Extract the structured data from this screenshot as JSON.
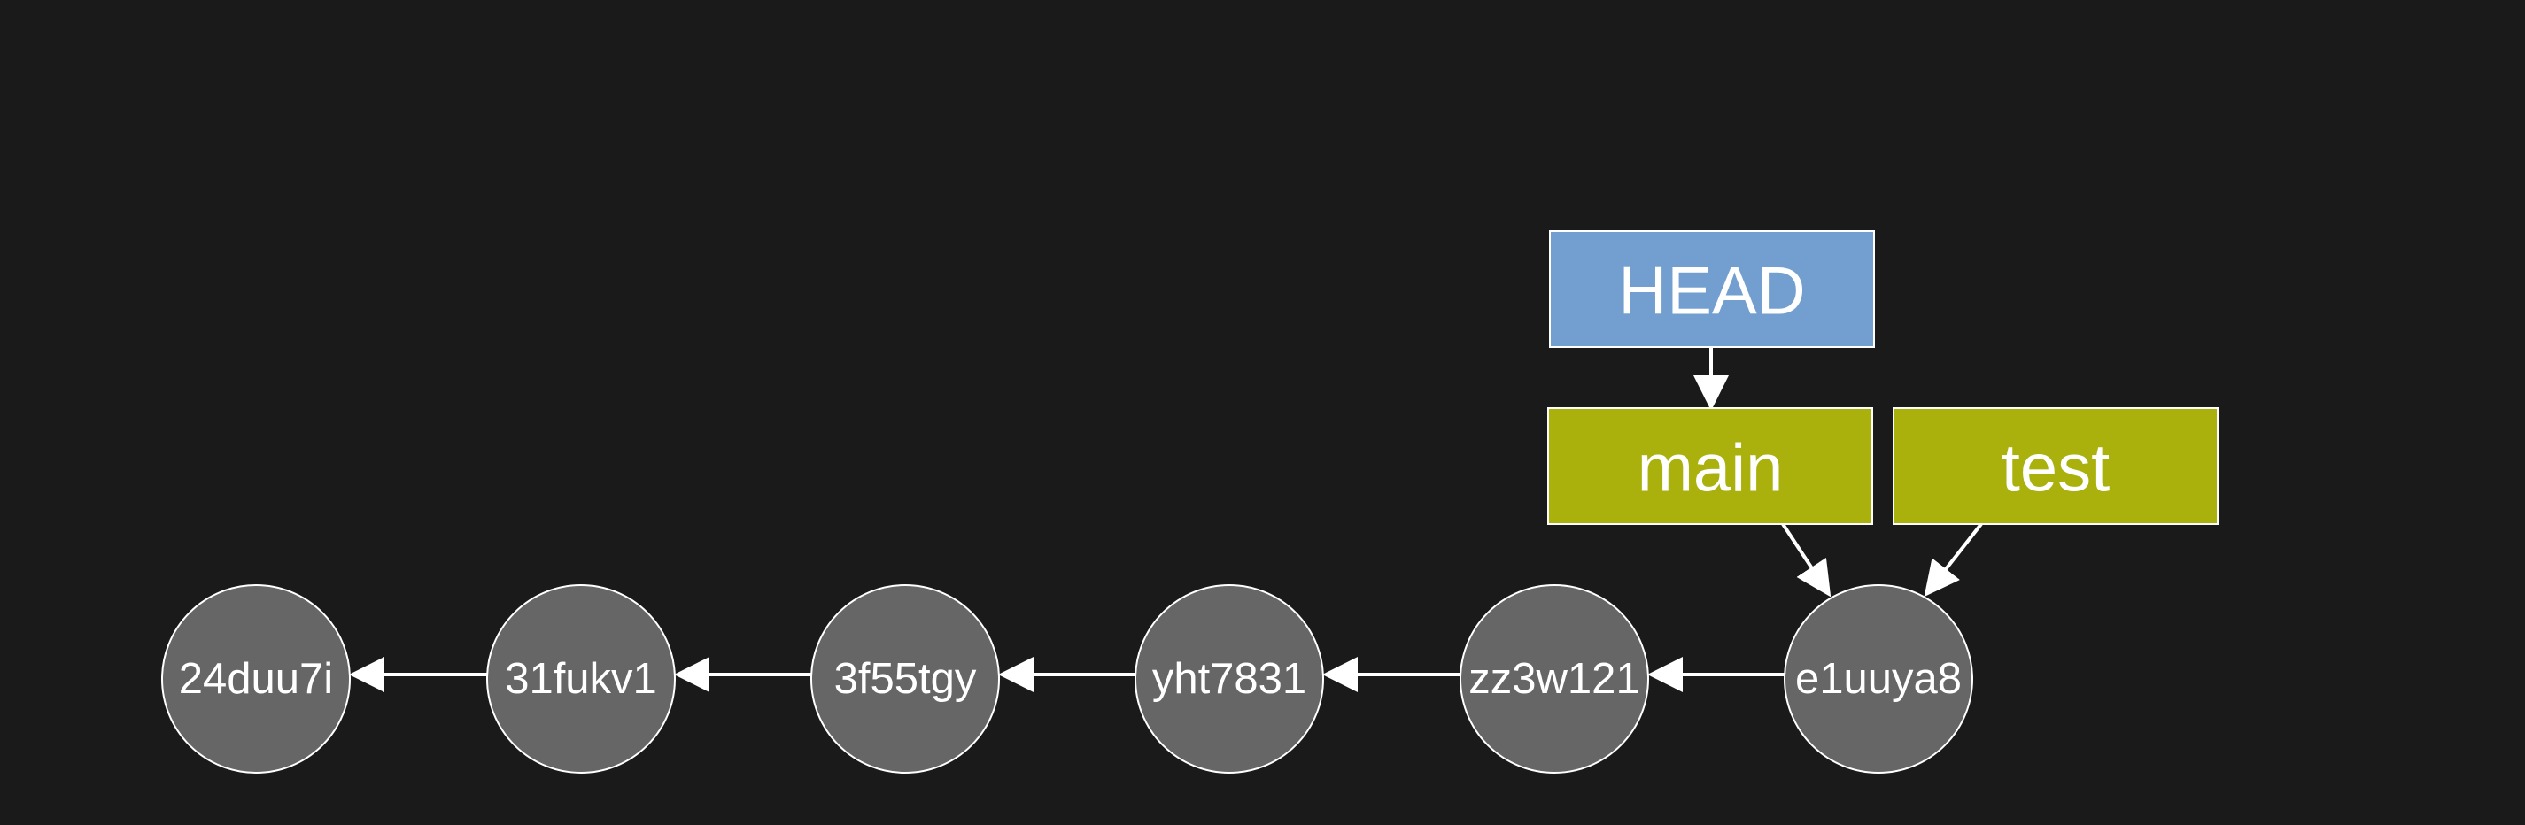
{
  "colors": {
    "background": "#1a1a1a",
    "commit_fill": "#666666",
    "stroke": "#ffffff",
    "head_fill": "#729fcf",
    "branch_fill": "#aab10c",
    "text": "#ffffff"
  },
  "commits": [
    {
      "id": "24duu7i"
    },
    {
      "id": "31fukv1"
    },
    {
      "id": "3f55tgy"
    },
    {
      "id": "yht7831"
    },
    {
      "id": "zz3w121"
    },
    {
      "id": "e1uuya8"
    }
  ],
  "refs": {
    "head": {
      "label": "HEAD",
      "points_to": "main"
    },
    "branches": [
      {
        "label": "main",
        "points_to": "e1uuya8"
      },
      {
        "label": "test",
        "points_to": "e1uuya8"
      }
    ]
  }
}
